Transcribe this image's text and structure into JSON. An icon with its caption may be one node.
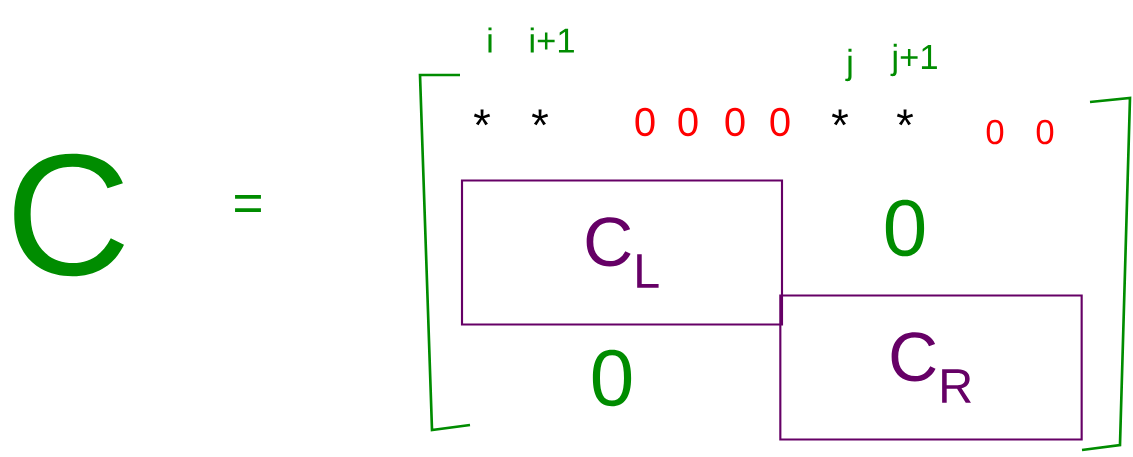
{
  "diagram": {
    "nodes": [
      {
        "text": [
          "C$_{L}$"
        ]
      },
      {
        "text": [
          "C$_{R}$"
        ]
      }
    ],
    "labels": [
      "i",
      "i+1",
      "j",
      "j+1",
      "*",
      "*",
      "0",
      "0",
      "0",
      "0",
      "*",
      "*",
      "0",
      "0",
      "C",
      "=",
      "0",
      "0"
    ]
  }
}
